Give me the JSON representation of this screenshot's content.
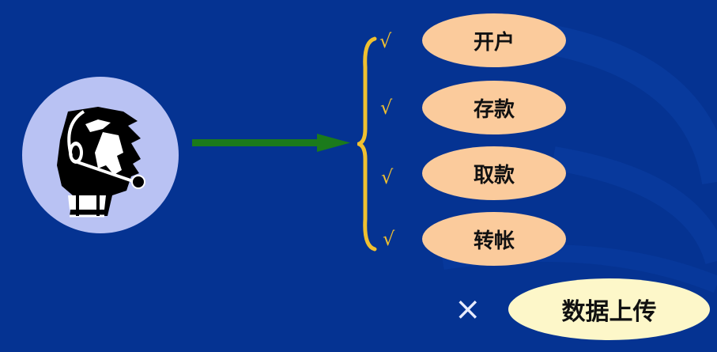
{
  "colors": {
    "background": "#053392",
    "actor_circle": "#b9c2f3",
    "arrow": "#1b7a1b",
    "brace": "#f0c030",
    "check": "#f0c030",
    "item_fill": "#fbcb9c",
    "upload_fill": "#fdf7c9"
  },
  "actor": {
    "icon": "operator-headset-icon"
  },
  "items": [
    {
      "label": "开户",
      "mark": "√"
    },
    {
      "label": "存款",
      "mark": "√"
    },
    {
      "label": "取款",
      "mark": "√"
    },
    {
      "label": "转帐",
      "mark": "√"
    }
  ],
  "excluded": {
    "label": "数据上传",
    "mark": "×"
  }
}
